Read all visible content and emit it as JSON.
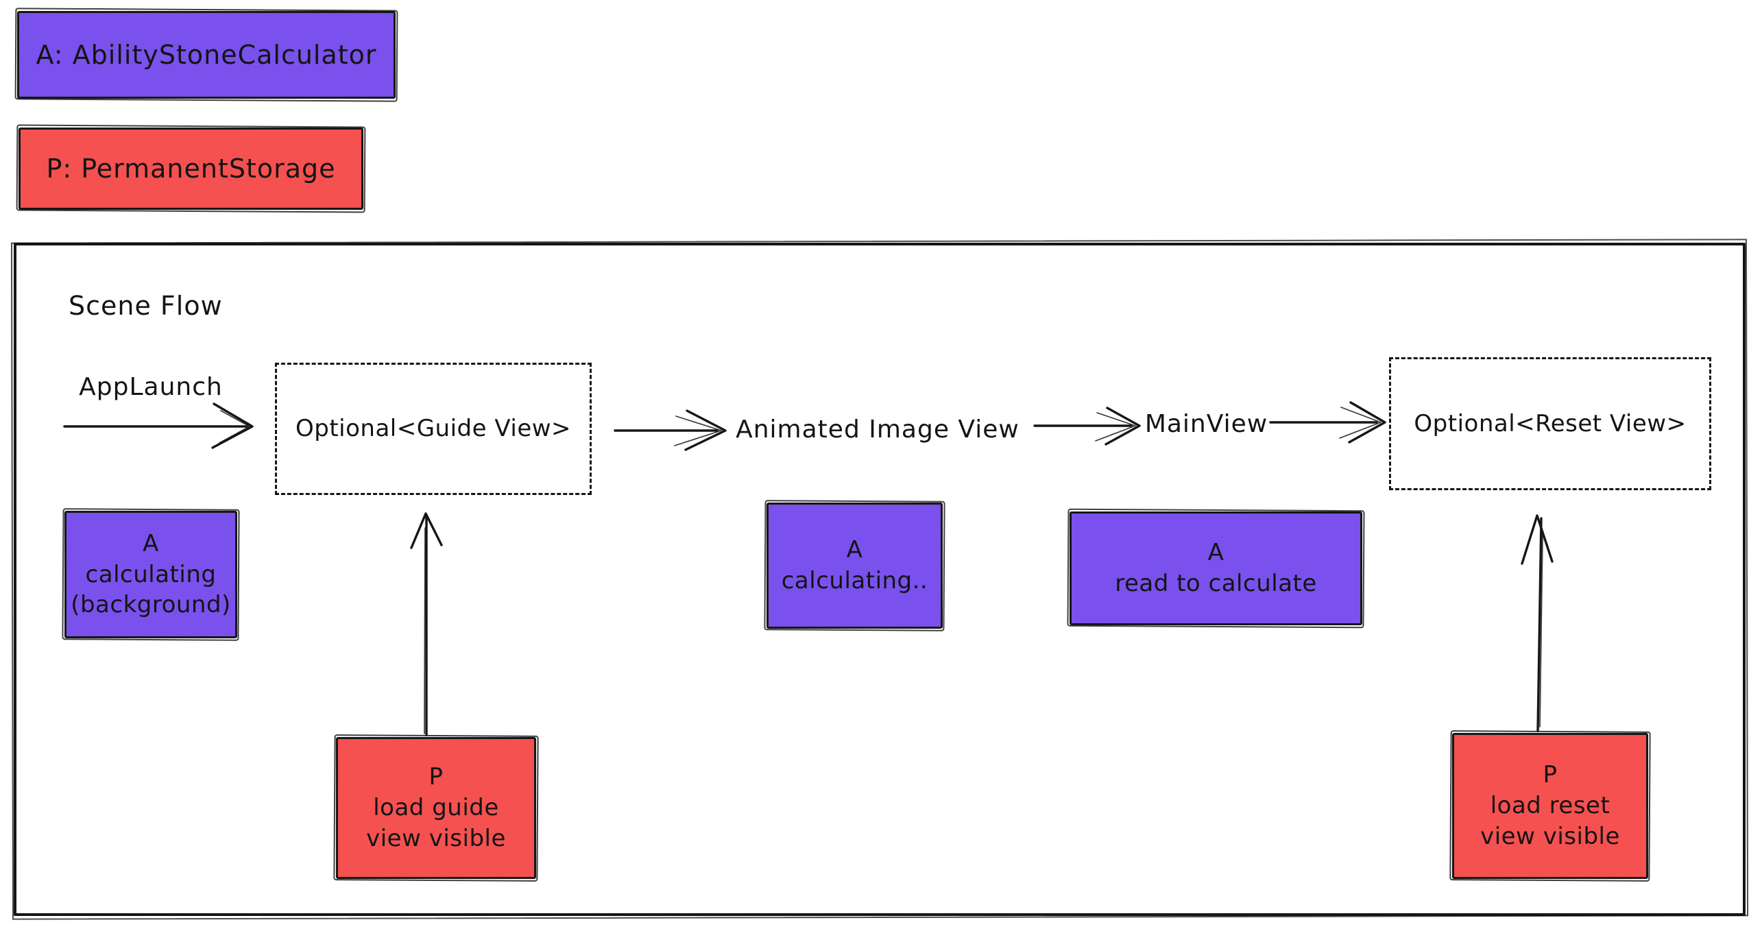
{
  "legend": {
    "items": [
      {
        "key": "A",
        "label": "A: AbilityStoneCalculator"
      },
      {
        "key": "P",
        "label": "P: PermanentStorage"
      }
    ]
  },
  "scene": {
    "title": "Scene Flow"
  },
  "flow": {
    "launch_label": "AppLaunch",
    "guide_label": "Optional<Guide View>",
    "animated_label": "Animated Image View",
    "main_label": "MainView",
    "reset_label": "Optional<Reset View>"
  },
  "notes": {
    "a_background": {
      "lines": [
        "A",
        "calculating",
        "(background)"
      ]
    },
    "p_load_guide": {
      "lines": [
        "P",
        "load guide",
        "view visible"
      ]
    },
    "a_calculating": {
      "lines": [
        "A",
        "calculating.."
      ]
    },
    "a_read": {
      "lines": [
        "A",
        "read to calculate"
      ]
    },
    "p_load_reset": {
      "lines": [
        "P",
        "load reset",
        "view visible"
      ]
    }
  },
  "colors": {
    "purple": "#7a51ec",
    "red": "#f45150",
    "stroke": "#161616",
    "background": "#ffffff"
  }
}
